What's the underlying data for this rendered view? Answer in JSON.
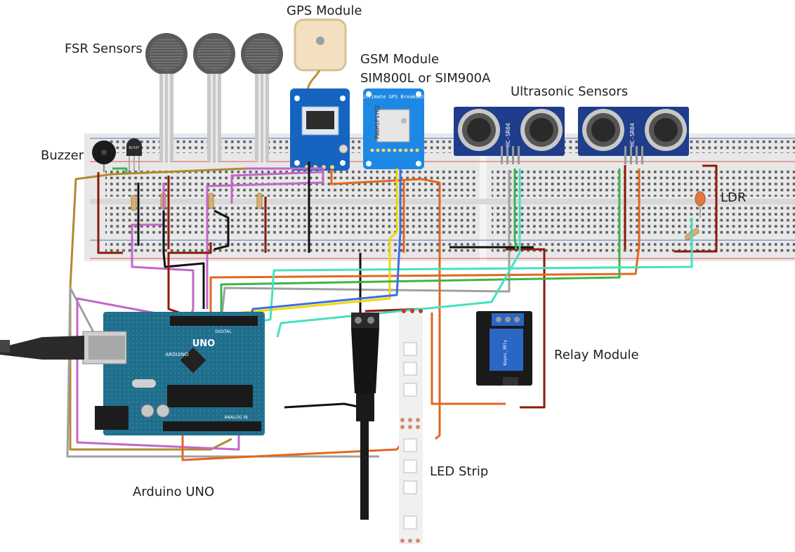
{
  "labels": {
    "gps": "GPS Module",
    "fsr": "FSR Sensors",
    "gsm_line1": "GSM Module",
    "gsm_line2": "SIM800L or SIM900A",
    "ultrasonic": "Ultrasonic Sensors",
    "buzzer": "Buzzer",
    "ldr": "LDR",
    "relay": "Relay Module",
    "led_strip": "LED Strip",
    "arduino": "Arduino UNO"
  },
  "board_text": {
    "uno": "UNO",
    "arduino": "ARDUINO",
    "digital": "DIGITAL",
    "analog_in": "ANALOG IN",
    "hc_sr04_a": "HC-SR04",
    "hc_sr04_b": "HC-SR04",
    "gps_breakout": "Ultimate GPS Breakout",
    "gps_chip": "PA6H1F1702",
    "relay_brand": "Keyes_SRly",
    "transistor": "BC547"
  },
  "colors": {
    "breadboard": "#e9e9e9",
    "rail_red": "#d9534f",
    "rail_blue": "#4a74c9",
    "arduino_blue": "#1f6e8c",
    "gps_blue": "#1565c0",
    "sonar_blue": "#1f3d8a",
    "relay_blue": "#2a66c4",
    "wire_darkred": "#8b1a0a",
    "wire_black": "#111111",
    "wire_pink": "#c267c9",
    "wire_olive": "#b08a2e",
    "wire_orange": "#e4661f",
    "wire_yellow": "#f0d800",
    "wire_green": "#3bb54a",
    "wire_cyan": "#46e0c0",
    "wire_blue": "#3b6fe0",
    "wire_grey": "#a0a0a0"
  }
}
